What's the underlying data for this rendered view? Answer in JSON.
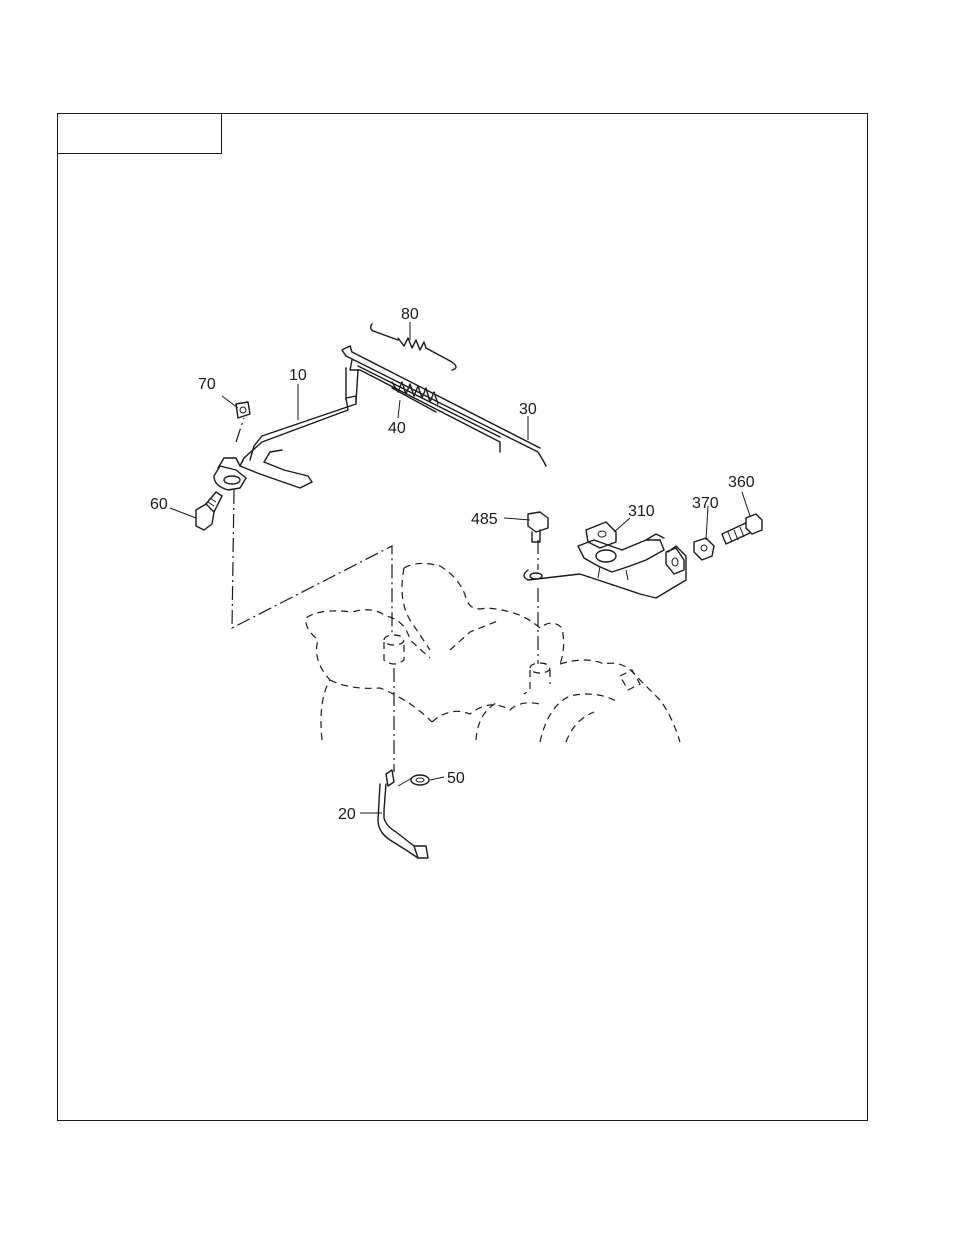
{
  "diagram": {
    "title_box_text": "",
    "callouts": {
      "c10": "10",
      "c20": "20",
      "c30": "30",
      "c40": "40",
      "c50": "50",
      "c60": "60",
      "c70": "70",
      "c80": "80",
      "c310": "310",
      "c360": "360",
      "c370": "370",
      "c485": "485"
    }
  }
}
